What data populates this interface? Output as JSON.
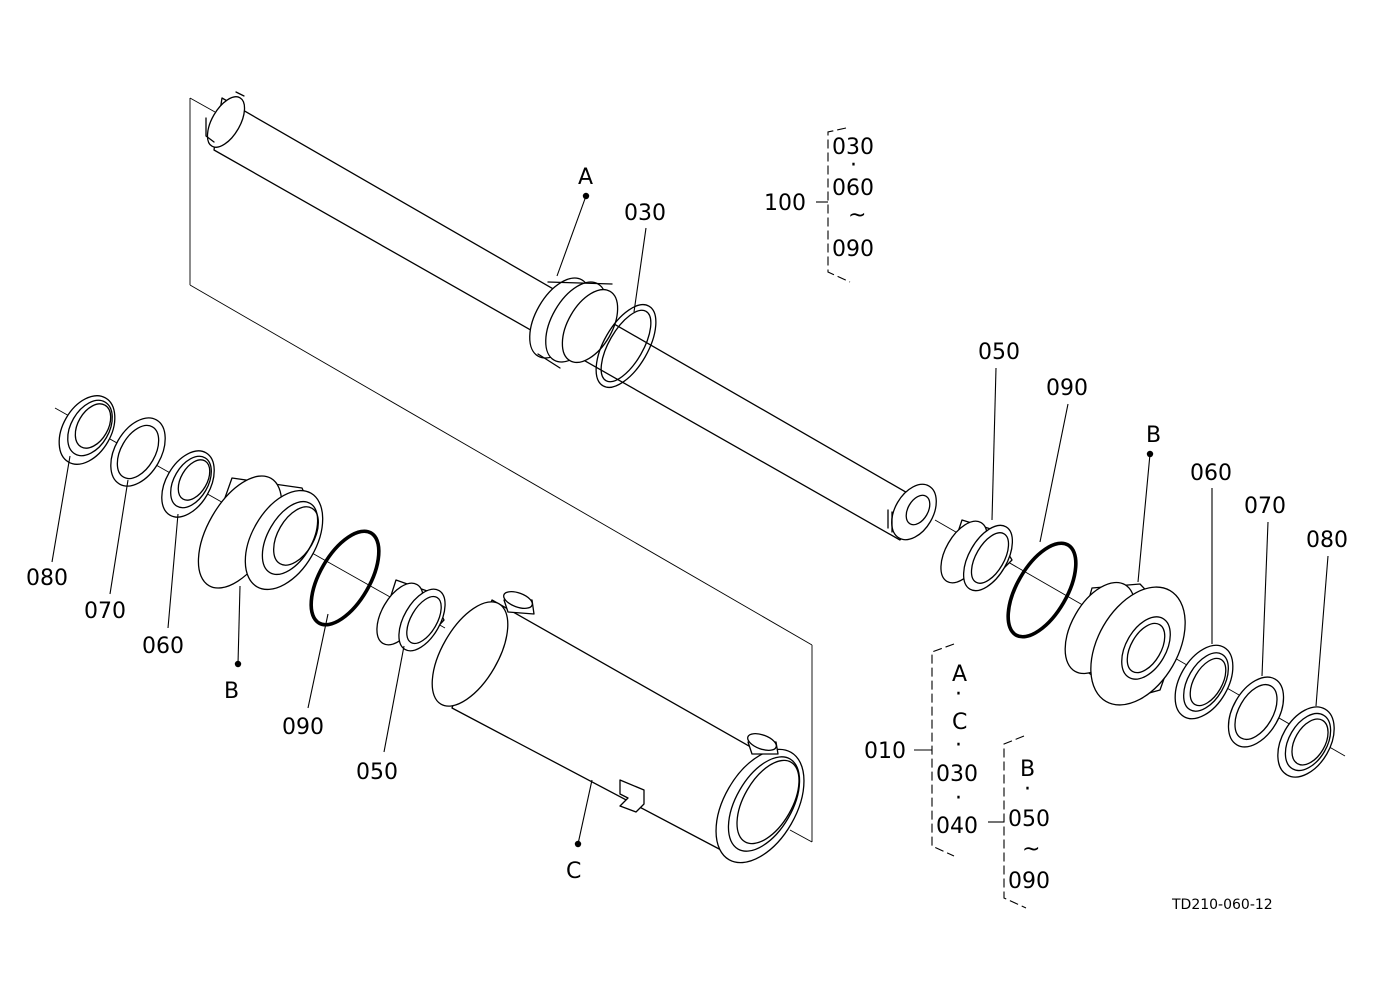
{
  "labels": {
    "A": "A",
    "B": "B",
    "C": "C",
    "p010": "010",
    "p030": "030",
    "p040": "040",
    "p050": "050",
    "p060": "060",
    "p070": "070",
    "p080": "080",
    "p090": "090",
    "p100": "100",
    "tilde": "~",
    "sep": "·"
  },
  "drawing_code": "TD210-060-12"
}
